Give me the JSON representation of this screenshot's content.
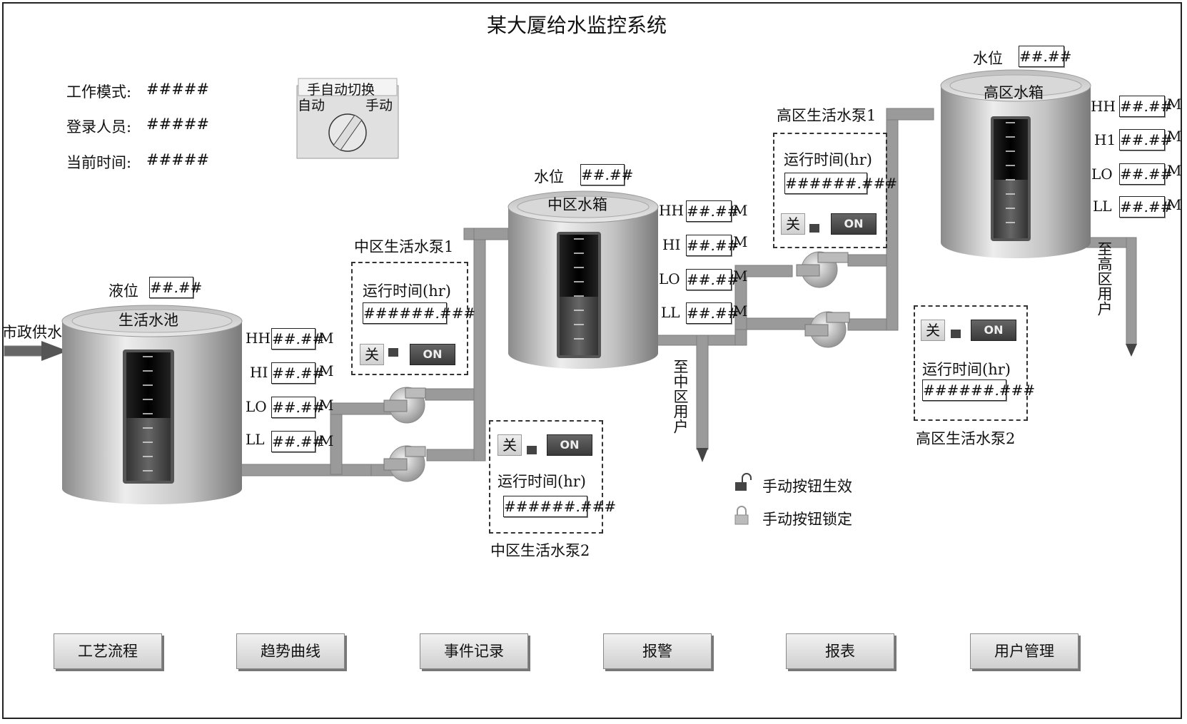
{
  "title": "某大厦给水监控系统",
  "info": [
    {
      "label": "工作模式:",
      "value": "#####"
    },
    {
      "label": "登录人员:",
      "value": "#####"
    },
    {
      "label": "当前时间:",
      "value": "#####"
    }
  ],
  "switch": {
    "title": "手自动切换",
    "auto": "自动",
    "manual": "手动"
  },
  "pool": {
    "inlet": "市政供水",
    "level_label": "液位",
    "level_value": "##.##",
    "name": "生活水池",
    "levels": [
      {
        "tag": "HH",
        "value": "##.##",
        "unit": "M"
      },
      {
        "tag": "HI",
        "value": "##.##",
        "unit": "M"
      },
      {
        "tag": "LO",
        "value": "##.##",
        "unit": "M"
      },
      {
        "tag": "LL",
        "value": "##.##",
        "unit": "M"
      }
    ]
  },
  "mid_tank": {
    "level_label": "水位",
    "level_value": "##.##",
    "name": "中区水箱",
    "outlet": "至中区用户",
    "levels": [
      {
        "tag": "HH",
        "value": "##.##",
        "unit": "M"
      },
      {
        "tag": "HI",
        "value": "##.##",
        "unit": "M"
      },
      {
        "tag": "LO",
        "value": "##.##",
        "unit": "M"
      },
      {
        "tag": "LL",
        "value": "##.##",
        "unit": "M"
      }
    ]
  },
  "high_tank": {
    "level_label": "水位",
    "level_value": "##.##",
    "name": "高区水箱",
    "outlet": "至高区用户",
    "levels": [
      {
        "tag": "HH",
        "value": "##.##",
        "unit": "M"
      },
      {
        "tag": "H1",
        "value": "##.##",
        "unit": "M"
      },
      {
        "tag": "LO",
        "value": "##.##",
        "unit": "M"
      },
      {
        "tag": "LL",
        "value": "##.##",
        "unit": "M"
      }
    ]
  },
  "pumps": {
    "mid1": {
      "name": "中区生活水泵1",
      "runtime_label": "运行时间(hr)",
      "runtime": "######.###",
      "off": "关",
      "on": "ON"
    },
    "mid2": {
      "name": "中区生活水泵2",
      "runtime_label": "运行时间(hr)",
      "runtime": "######.###",
      "off": "关",
      "on": "ON"
    },
    "high1": {
      "name": "高区生活水泵1",
      "runtime_label": "运行时间(hr)",
      "runtime": "######.###",
      "off": "关",
      "on": "ON"
    },
    "high2": {
      "name": "高区生活水泵2",
      "runtime_label": "运行时间(hr)",
      "runtime": "######.###",
      "off": "关",
      "on": "ON"
    }
  },
  "legend": {
    "unlocked": "手动按钮生效",
    "locked": "手动按钮锁定"
  },
  "nav": [
    "工艺流程",
    "趋势曲线",
    "事件记录",
    "报警",
    "报表",
    "用户管理"
  ]
}
